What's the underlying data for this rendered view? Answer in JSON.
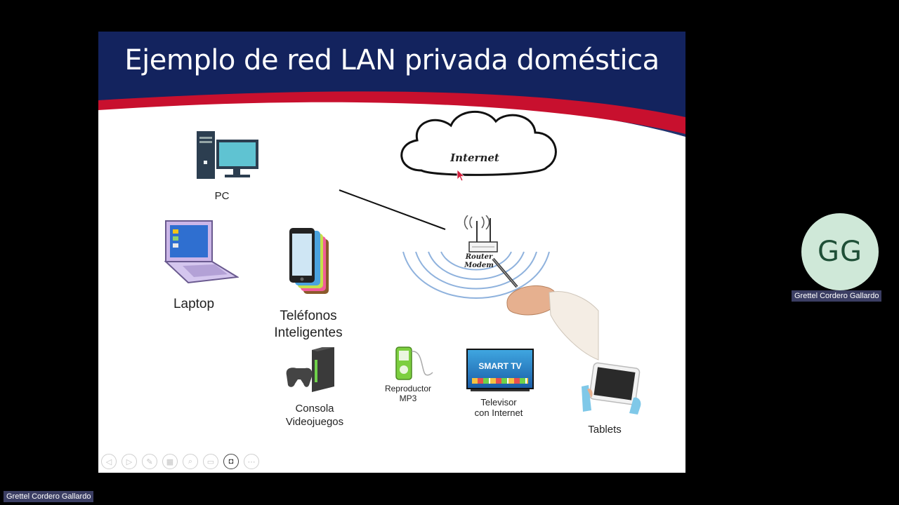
{
  "slide": {
    "title": "Ejemplo de red LAN privada doméstica",
    "labels": {
      "internet": "Internet",
      "pc": "PC",
      "laptop": "Laptop",
      "phones_line1": "Teléfonos",
      "phones_line2": "Inteligentes",
      "router_line1": "Router",
      "router_line2": "Modem",
      "console_line1": "Consola",
      "console_line2": "Videojuegos",
      "mp3_line1": "Reproductor",
      "mp3_line2": "MP3",
      "tv_screen": "SMART TV",
      "tv_line1": "Televisor",
      "tv_line2": "con Internet",
      "tablets": "Tablets"
    }
  },
  "toolbar": {
    "buttons": [
      {
        "name": "previous-slide-button",
        "glyph": "◁"
      },
      {
        "name": "next-slide-button",
        "glyph": "▷"
      },
      {
        "name": "pen-tool-button",
        "glyph": "✎"
      },
      {
        "name": "slides-grid-button",
        "glyph": "▦"
      },
      {
        "name": "zoom-button",
        "glyph": "⌕"
      },
      {
        "name": "subtitles-button",
        "glyph": "▭"
      },
      {
        "name": "camera-button",
        "glyph": "◘"
      },
      {
        "name": "more-options-button",
        "glyph": "⋯"
      }
    ]
  },
  "participant": {
    "initials": "GG",
    "name": "Grettel Cordero Gallardo"
  },
  "self_view": {
    "name": "Grettel Cordero Gallardo"
  },
  "colors": {
    "header_blue": "#13235e",
    "header_red": "#c8102e",
    "avatar_bg": "#cfe8d8",
    "name_tag_bg": "#3b3e63"
  }
}
